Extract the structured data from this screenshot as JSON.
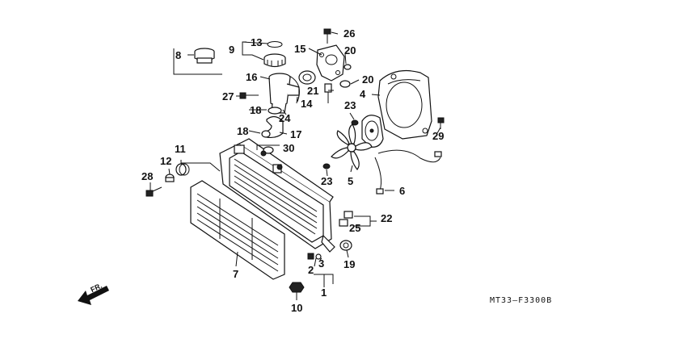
{
  "diagram": {
    "code": "MT33–F3300B",
    "direction_label": "FR.",
    "callouts": [
      {
        "id": "c1",
        "text": "1"
      },
      {
        "id": "c2",
        "text": "2"
      },
      {
        "id": "c3",
        "text": "3"
      },
      {
        "id": "c4",
        "text": "4"
      },
      {
        "id": "c5",
        "text": "5"
      },
      {
        "id": "c6",
        "text": "6"
      },
      {
        "id": "c7",
        "text": "7"
      },
      {
        "id": "c8",
        "text": "8"
      },
      {
        "id": "c9",
        "text": "9"
      },
      {
        "id": "c10",
        "text": "10"
      },
      {
        "id": "c11",
        "text": "11"
      },
      {
        "id": "c12",
        "text": "12"
      },
      {
        "id": "c13",
        "text": "13"
      },
      {
        "id": "c14",
        "text": "14"
      },
      {
        "id": "c15",
        "text": "15"
      },
      {
        "id": "c16",
        "text": "16"
      },
      {
        "id": "c17",
        "text": "17"
      },
      {
        "id": "c18a",
        "text": "18"
      },
      {
        "id": "c18b",
        "text": "18"
      },
      {
        "id": "c19",
        "text": "19"
      },
      {
        "id": "c20a",
        "text": "20"
      },
      {
        "id": "c20b",
        "text": "20"
      },
      {
        "id": "c21",
        "text": "21"
      },
      {
        "id": "c22",
        "text": "22"
      },
      {
        "id": "c23a",
        "text": "23"
      },
      {
        "id": "c23b",
        "text": "23"
      },
      {
        "id": "c24",
        "text": "24"
      },
      {
        "id": "c25",
        "text": "25"
      },
      {
        "id": "c26",
        "text": "26"
      },
      {
        "id": "c27",
        "text": "27"
      },
      {
        "id": "c28",
        "text": "28"
      },
      {
        "id": "c29",
        "text": "29"
      },
      {
        "id": "c30",
        "text": "30"
      }
    ]
  }
}
